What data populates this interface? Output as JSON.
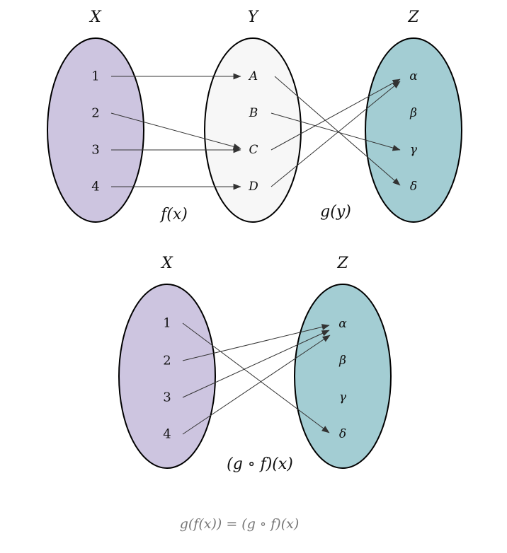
{
  "top": {
    "sets": [
      {
        "id": "X",
        "title": "X",
        "elements": [
          "1",
          "2",
          "3",
          "4"
        ],
        "color": "#cdc5e0",
        "italic": false
      },
      {
        "id": "Y",
        "title": "Y",
        "elements": [
          "A",
          "B",
          "C",
          "D"
        ],
        "color": "#f7f7f7",
        "italic": true
      },
      {
        "id": "Z",
        "title": "Z",
        "elements": [
          "α",
          "β",
          "γ",
          "δ"
        ],
        "color": "#a3cdd3",
        "italic": true
      }
    ],
    "mappings": [
      {
        "from": "X.1",
        "to": "Y.A"
      },
      {
        "from": "X.2",
        "to": "Y.C"
      },
      {
        "from": "X.3",
        "to": "Y.C"
      },
      {
        "from": "X.4",
        "to": "Y.D"
      },
      {
        "from": "Y.A",
        "to": "Z.δ"
      },
      {
        "from": "Y.B",
        "to": "Z.γ"
      },
      {
        "from": "Y.C",
        "to": "Z.α"
      },
      {
        "from": "Y.D",
        "to": "Z.α"
      }
    ],
    "function_labels": {
      "f": "f(x)",
      "g": "g(y)"
    }
  },
  "bottom": {
    "sets": [
      {
        "id": "X",
        "title": "X",
        "elements": [
          "1",
          "2",
          "3",
          "4"
        ],
        "color": "#cdc5e0",
        "italic": false
      },
      {
        "id": "Z",
        "title": "Z",
        "elements": [
          "α",
          "β",
          "γ",
          "δ"
        ],
        "color": "#a3cdd3",
        "italic": true
      }
    ],
    "mappings": [
      {
        "from": "X.1",
        "to": "Z.δ"
      },
      {
        "from": "X.2",
        "to": "Z.α"
      },
      {
        "from": "X.3",
        "to": "Z.α"
      },
      {
        "from": "X.4",
        "to": "Z.α"
      }
    ],
    "function_label": "(g ∘ f)(x)"
  },
  "caption": "g(f(x)) = (g ∘ f)(x)"
}
